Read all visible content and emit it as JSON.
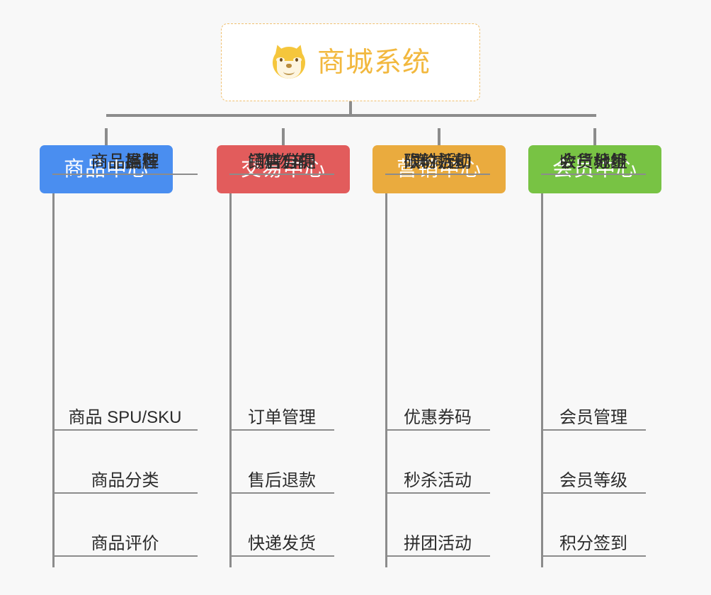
{
  "diagram": {
    "type": "mindmap-tree",
    "background_color": "#f8f8f8",
    "root": {
      "title": "商城系统",
      "icon": "shiba-dog-face-emoji",
      "text_color": "#f2b83e",
      "border_color": "#f0c070",
      "border_style": "dashed"
    },
    "connector_color": "#8c8c8c",
    "categories": [
      {
        "label": "商品中心",
        "color": "#4a8ef0",
        "items": [
          "商品 SPU/SKU",
          "商品分类",
          "商品评价",
          "商品属性",
          "商品推荐",
          "商品品牌"
        ]
      },
      {
        "label": "交易中心",
        "color": "#e25c5c",
        "items": [
          "订单管理",
          "售后退款",
          "快递发货",
          "门店自提",
          "购物车",
          "销售分佣"
        ]
      },
      {
        "label": "营销中心",
        "color": "#eaab3e",
        "items": [
          "优惠券码",
          "秒杀活动",
          "拼团活动",
          "砍价活动",
          "限时折扣",
          "满减送"
        ]
      },
      {
        "label": "会员中心",
        "color": "#78c344",
        "items": [
          "会员管理",
          "会员等级",
          "积分签到",
          "会员标签",
          "会员分组",
          "收货地址"
        ]
      }
    ]
  }
}
